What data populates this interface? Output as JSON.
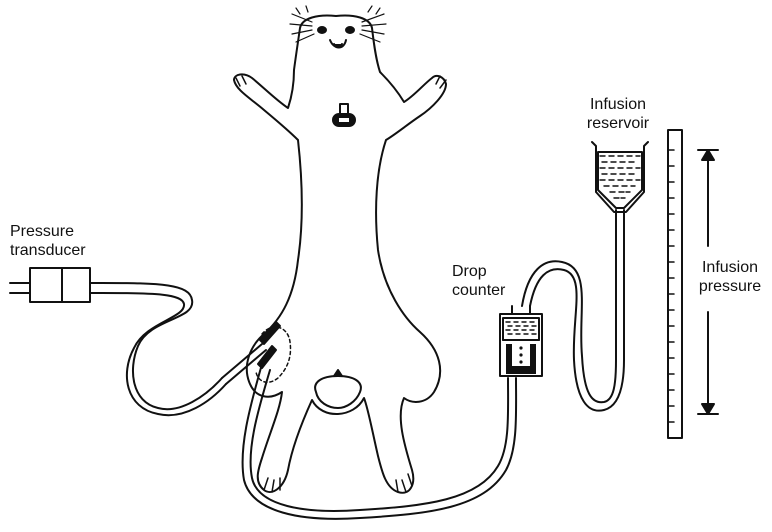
{
  "labels": {
    "pressure_transducer": {
      "line1": "Pressure",
      "line2": "transducer"
    },
    "drop_counter": {
      "line1": "Drop",
      "line2": "counter"
    },
    "infusion_reservoir": {
      "line1": "Infusion",
      "line2": "reservoir"
    },
    "infusion_pressure": {
      "line1": "Infusion",
      "line2": "pressure"
    }
  },
  "colors": {
    "ink": "#111111",
    "fluid": "#7a7a7a",
    "background": "#ffffff"
  }
}
